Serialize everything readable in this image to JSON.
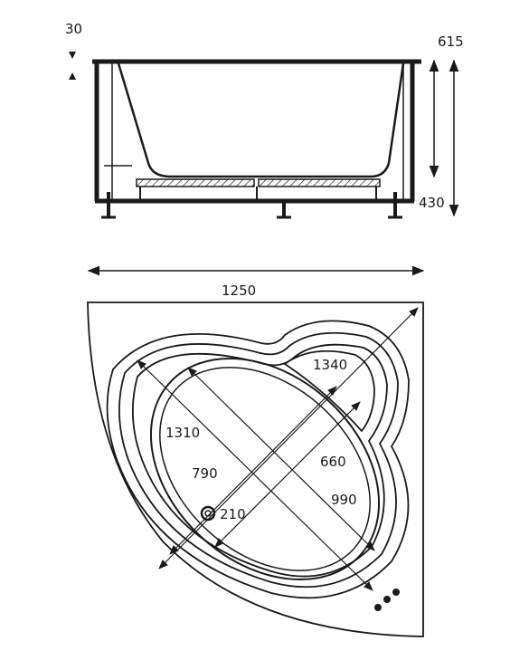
{
  "side_view": {
    "rim_thickness": "30",
    "total_height": "615",
    "leg_height": "430"
  },
  "top_view": {
    "overall_width": "1250",
    "outer_diagonal": "1340",
    "inner_diagonal_1": "1310",
    "inner_diagonal_2": "660",
    "inner_diagonal_3": "790",
    "inner_diagonal_4": "990",
    "drain_diameter": "210"
  }
}
